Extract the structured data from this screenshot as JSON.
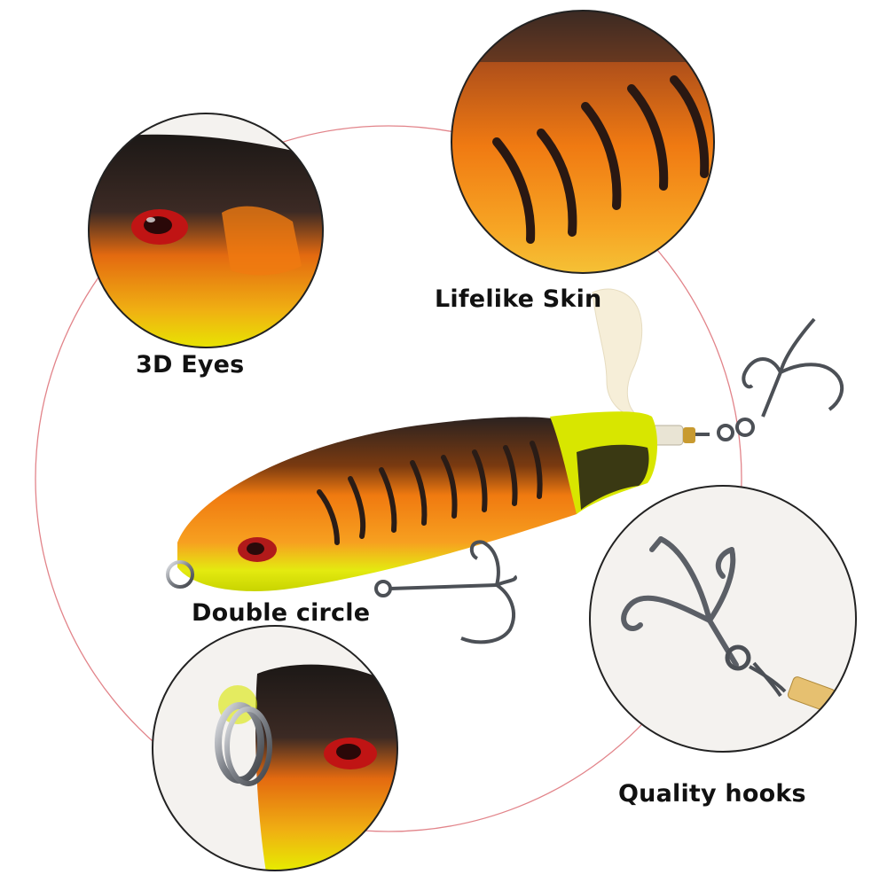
{
  "callouts": {
    "eyes": "3D Eyes",
    "skin": "Lifelike Skin",
    "circle": "Double circle",
    "hooks": "Quality hooks"
  },
  "colors": {
    "guide_circle": "#e2848a",
    "lure_orange": "#f07a10",
    "lure_dark": "#2e2420",
    "lure_yellow": "#e8f000",
    "lens_border": "#222222",
    "hook_metal": "#5b5f66"
  }
}
